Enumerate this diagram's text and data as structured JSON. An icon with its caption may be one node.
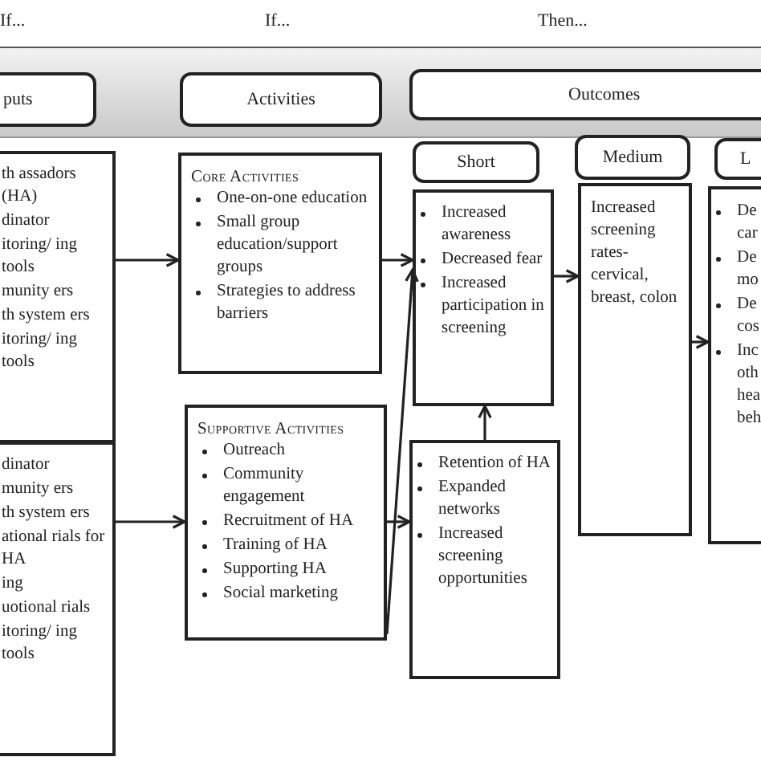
{
  "diagram": {
    "nodes": [
      {
        "text": [],
        "shape": "band"
      },
      {
        "text": [
          "puts"
        ],
        "in": 0
      },
      {
        "text": [
          "Activities"
        ],
        "in": 0
      },
      {
        "text": [
          "Outcomes"
        ],
        "in": 0
      },
      {
        "text": [
          "th assadors (HA)",
          "dinator",
          "itoring/ ing tools",
          "munity ers",
          "th system ers",
          "itoring/ ing tools"
        ]
      },
      {
        "text": [
          "Core Activities",
          "One-on-one education",
          "Small group education/support groups",
          "Strategies to address barriers"
        ]
      },
      {
        "text": [
          "Short"
        ]
      },
      {
        "text": [
          "Medium"
        ]
      },
      {
        "text": [
          "L"
        ]
      },
      {
        "text": [
          "Increased awareness",
          "Decreased fear",
          "Increased participation in screening"
        ]
      },
      {
        "text": [
          "Increased screening rates- cervical, breast, colon"
        ]
      },
      {
        "text": [
          "De car",
          "De mo",
          "De cos",
          "Inc oth hea beh"
        ]
      },
      {
        "text": [
          "dinator",
          "munity ers",
          "th system ers",
          "ational rials for HA",
          "ing",
          "uotional rials",
          "itoring/ ing tools"
        ]
      },
      {
        "text": [
          "Supportive Activities",
          "Outreach",
          "Community engagement",
          "Recruitment of HA",
          "Training of HA",
          "Supporting HA",
          "Social marketing"
        ]
      },
      {
        "text": [
          "Retention of HA",
          "Expanded networks",
          "Increased screening opportunities"
        ]
      }
    ],
    "edges": [
      {
        "from": 4,
        "to": 5,
        "arrow": "to"
      },
      {
        "from": 5,
        "to": 9,
        "arrow": "to"
      },
      {
        "from": 12,
        "to": 13,
        "arrow": "to"
      },
      {
        "from": 13,
        "to": 9,
        "arrow": "to"
      },
      {
        "from": 13,
        "to": 14,
        "arrow": "to"
      },
      {
        "from": 14,
        "to": 9,
        "arrow": "to"
      },
      {
        "from": 9,
        "to": 10,
        "arrow": "to"
      },
      {
        "from": 10,
        "to": 11,
        "arrow": "to"
      }
    ],
    "labels": [
      "If...",
      "If...",
      "Then..."
    ]
  }
}
